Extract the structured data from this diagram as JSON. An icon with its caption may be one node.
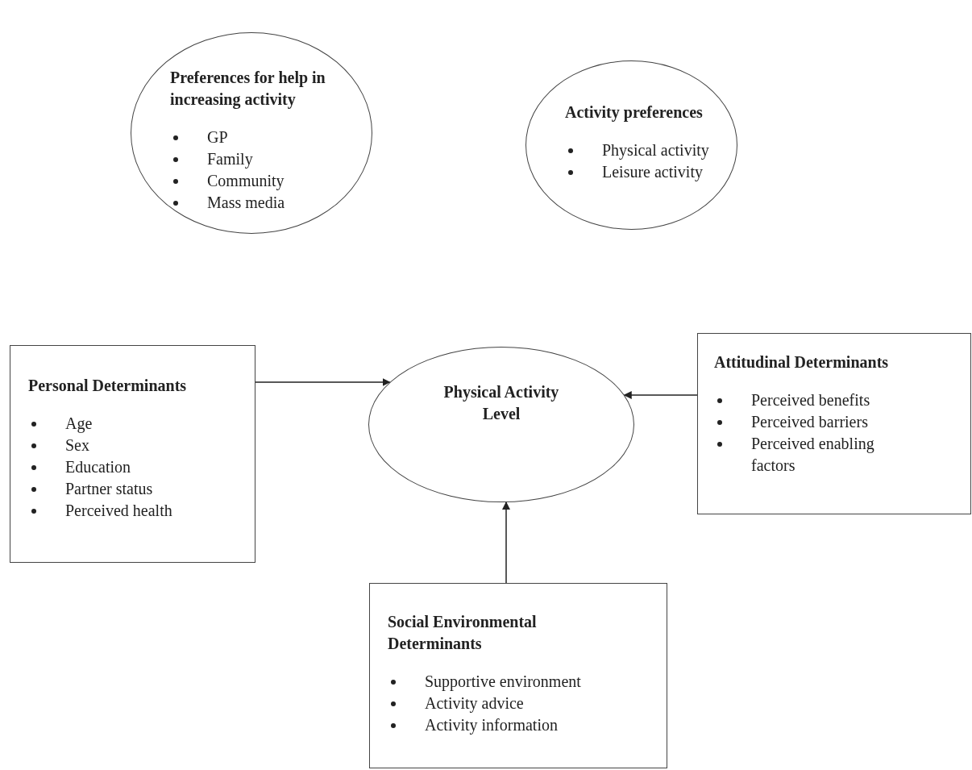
{
  "diagram": {
    "nodes": [
      {
        "text": [
          "Preferences for help in increasing activity",
          "GP",
          "Family",
          "Community",
          "Mass media"
        ]
      },
      {
        "text": [
          "Activity preferences",
          "Physical activity",
          "Leisure activity"
        ]
      },
      {
        "text": [
          "Personal Determinants",
          "Age",
          "Sex",
          "Education",
          "Partner status",
          "Perceived health"
        ]
      },
      {
        "text": [
          "Physical Activity Level"
        ]
      },
      {
        "text": [
          "Attitudinal Determinants",
          "Perceived benefits",
          "Perceived barriers",
          "Perceived enabling factors"
        ]
      },
      {
        "text": [
          "Social Environmental Determinants",
          "Supportive environment",
          "Activity advice",
          "Activity information"
        ]
      }
    ],
    "edges": [
      {
        "from": 2,
        "to": 3,
        "arrow": "to"
      },
      {
        "from": 4,
        "to": 3,
        "arrow": "to"
      },
      {
        "from": 5,
        "to": 3,
        "arrow": "to"
      }
    ]
  }
}
